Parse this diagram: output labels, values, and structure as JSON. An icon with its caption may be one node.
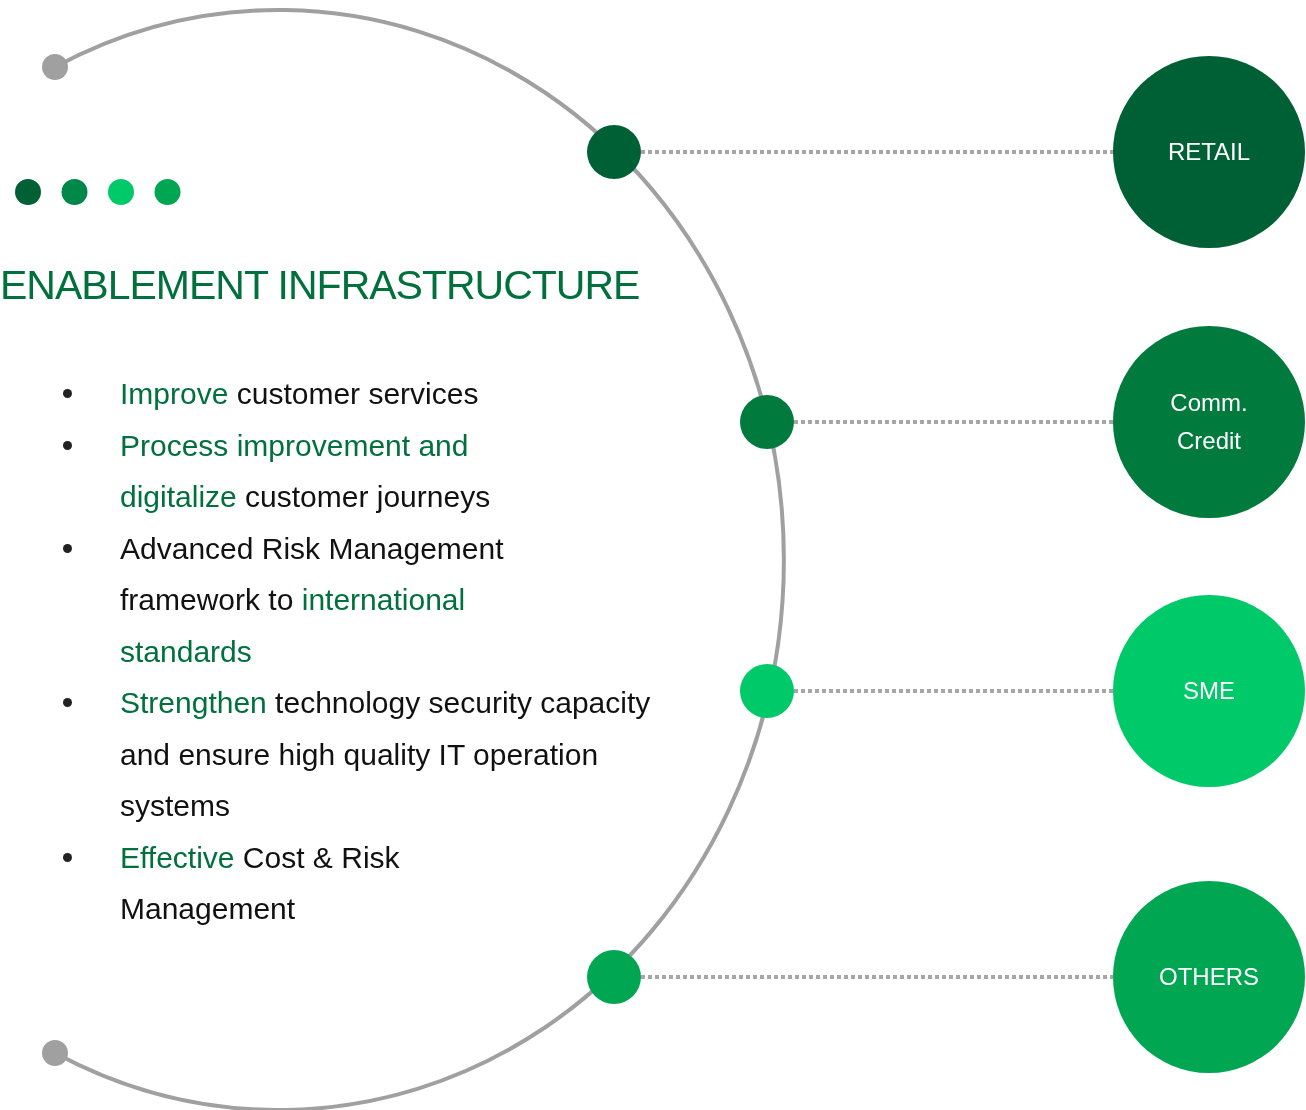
{
  "diagram": {
    "title": "ENABLEMENT INFRASTRUCTURE",
    "nodes": [
      {
        "text": [],
        "shape": "circle"
      },
      {
        "text": [],
        "shape": "circle"
      },
      {
        "text": [],
        "shape": "circle"
      },
      {
        "text": [],
        "shape": "circle"
      },
      {
        "text": [
          "RETAIL"
        ]
      },
      {
        "text": [
          "Comm. Credit"
        ]
      },
      {
        "text": [
          "SME"
        ]
      },
      {
        "text": [
          "OTHERS"
        ]
      }
    ],
    "edges": [
      {
        "from": 0,
        "to": 4,
        "arrow": "none"
      },
      {
        "from": 1,
        "to": 5,
        "arrow": "none"
      },
      {
        "from": 2,
        "to": 6,
        "arrow": "none"
      },
      {
        "from": 3,
        "to": 7,
        "arrow": "none"
      }
    ],
    "labels": [
      "**Improve** customer services",
      "**Process improvement and digitalize** customer journeys",
      "Advanced Risk Management framework to **international standards**",
      "**Strengthen** technology security capacity and ensure high quality IT operation systems",
      "**Effective** Cost & Risk Management"
    ]
  }
}
